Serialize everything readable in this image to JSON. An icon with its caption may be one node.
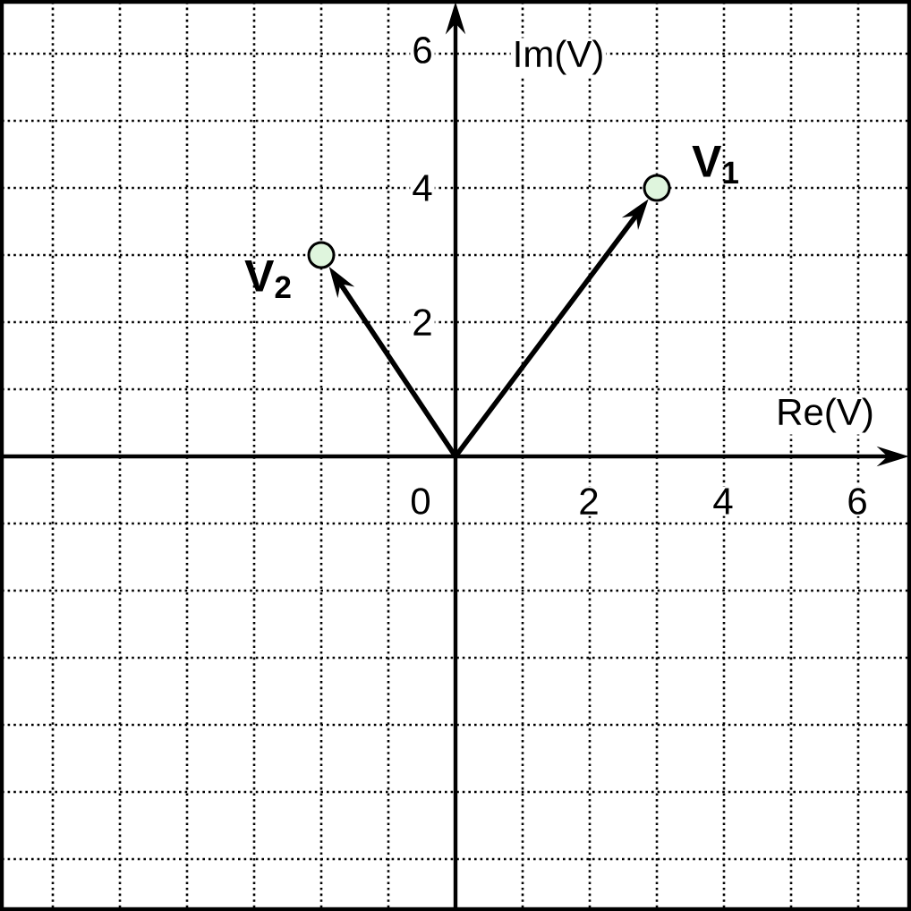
{
  "diagram": {
    "nodes": [
      {
        "text": [],
        "shape": "circle",
        "beside": [
          "V$_{1}$"
        ]
      },
      {
        "text": [],
        "shape": "circle",
        "beside": [
          "V$_{2}$"
        ]
      }
    ],
    "edges": [
      {
        "from": null,
        "to": 0,
        "arrow": "to"
      },
      {
        "from": null,
        "to": 1,
        "arrow": "to"
      }
    ],
    "labels": [
      "6",
      "Im(V)",
      "4",
      "2",
      "Re(V)",
      "0",
      "2",
      "4",
      "6"
    ]
  }
}
